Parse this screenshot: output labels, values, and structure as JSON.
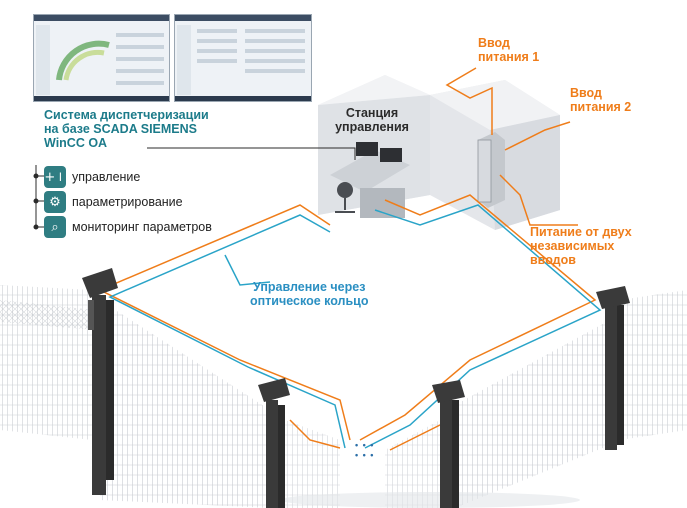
{
  "labels": {
    "power_input_1": "Ввод\nпитания 1",
    "power_input_2": "Ввод\nпитания  2",
    "control_station": "Станция\nуправления",
    "scada_system": "Система диспетчеризации\nна базе SCADA SIEMENS\nWinCC OA",
    "dual_power": "Питание от двух\nнезависимых\nвводов",
    "optical_ring": "Управление через\nоптическое кольцо",
    "ellipsis": "• • •\n• • •"
  },
  "features": [
    {
      "label": "управление",
      "icon": "control-icon",
      "glyph": "+⏽"
    },
    {
      "label": "параметрирование",
      "icon": "settings-icon",
      "glyph": "⚙"
    },
    {
      "label": "мониторинг параметров",
      "icon": "search-icon",
      "glyph": "⌕"
    }
  ],
  "colors": {
    "power_line": "#ef7d1a",
    "optical_line": "#2aa4c8",
    "scada_text": "#1c7b8a",
    "icon_bg": "#2f7d82",
    "post": "#3a3a3a"
  }
}
